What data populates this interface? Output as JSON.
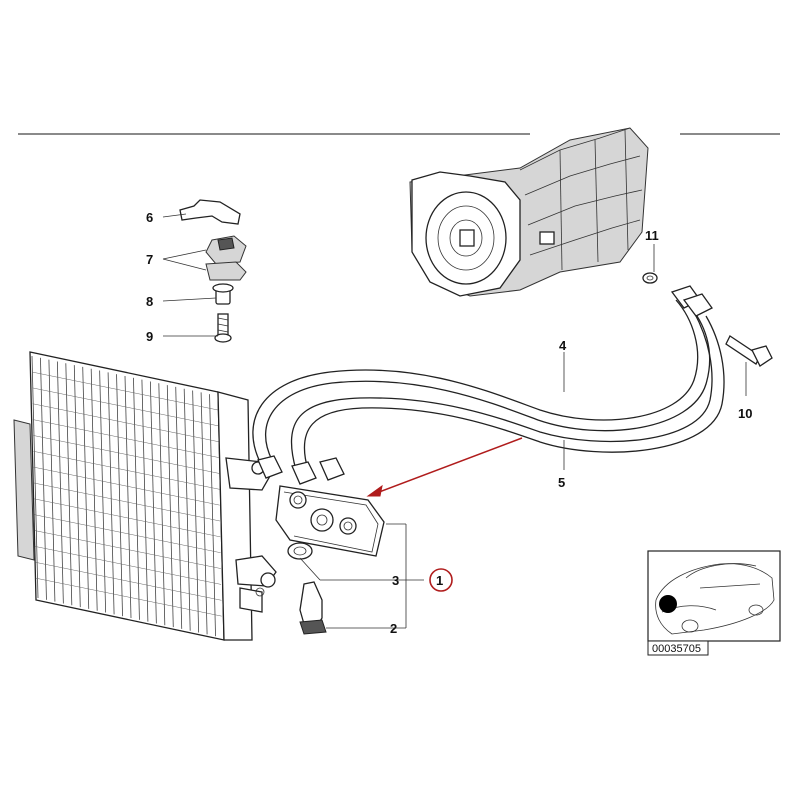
{
  "callouts": {
    "c1": "1",
    "c2": "2",
    "c3": "3",
    "c4": "4",
    "c5": "5",
    "c6": "6",
    "c7": "7",
    "c8": "8",
    "c9": "9",
    "c10": "10",
    "c11": "11"
  },
  "reference_number": "00035705",
  "colors": {
    "highlight": "#b01c1c",
    "line": "#222222"
  }
}
